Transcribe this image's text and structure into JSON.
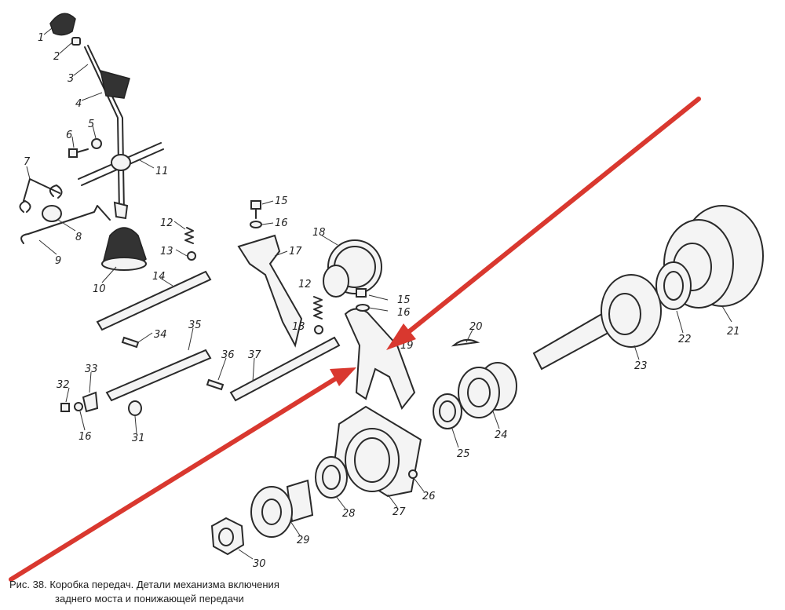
{
  "caption": {
    "line1": "Рис. 38. Коробка передач. Детали механизма включения",
    "line2": "заднего моста и  понижающей передачи"
  },
  "labels": {
    "n1": "1",
    "n2": "2",
    "n3": "3",
    "n4": "4",
    "n5": "5",
    "n6": "6",
    "n7": "7",
    "n8": "8",
    "n9": "9",
    "n10": "10",
    "n11": "11",
    "n12a": "12",
    "n13a": "13",
    "n14": "14",
    "n15a": "15",
    "n16a": "16",
    "n17": "17",
    "n18": "18",
    "n12b": "12",
    "n13b": "13",
    "n15b": "15",
    "n16b": "16",
    "n19": "19",
    "n20": "20",
    "n21": "21",
    "n22": "22",
    "n23": "23",
    "n24": "24",
    "n25": "25",
    "n26": "26",
    "n27": "27",
    "n28": "28",
    "n29": "29",
    "n30": "30",
    "n31": "31",
    "n32": "32",
    "n33": "33",
    "n34": "34",
    "n35": "35",
    "n36": "36",
    "n37": "37",
    "n16c": "16"
  },
  "colors": {
    "annotation_arrow": "#d9382f",
    "line_art": "#2a2a2a"
  }
}
